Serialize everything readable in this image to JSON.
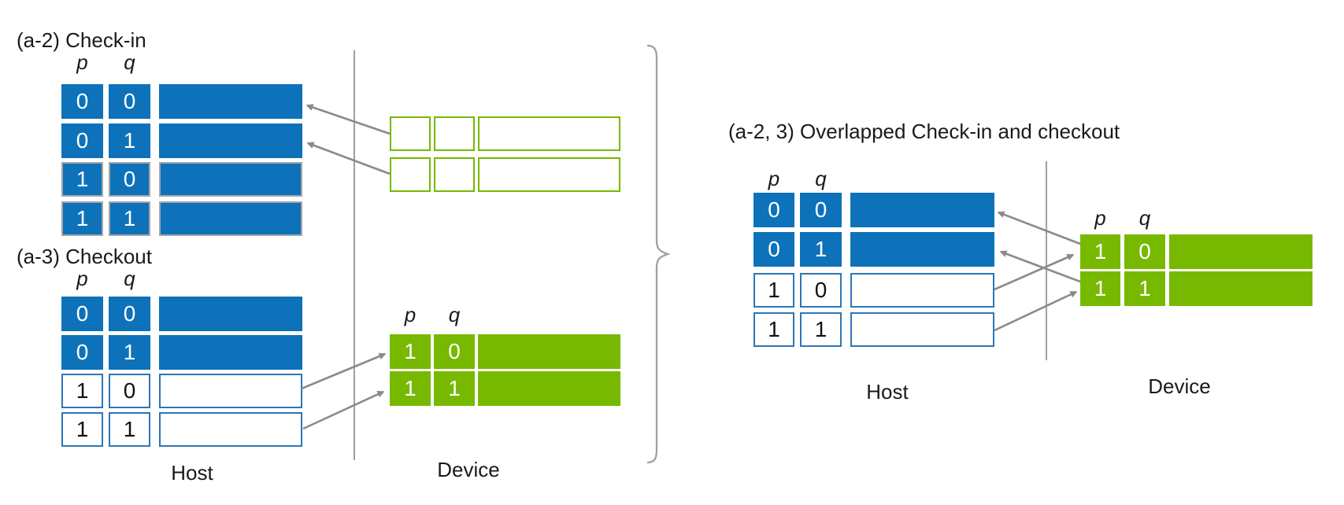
{
  "figure": {
    "checkin": {
      "title": "(a-2) Check-in",
      "col_p": "p",
      "col_q": "q",
      "host_rows": [
        {
          "p": "0",
          "q": "0"
        },
        {
          "p": "0",
          "q": "1"
        },
        {
          "p": "1",
          "q": "0"
        },
        {
          "p": "1",
          "q": "1"
        }
      ],
      "device_rows": [
        {
          "p": "",
          "q": ""
        },
        {
          "p": "",
          "q": ""
        }
      ]
    },
    "checkout": {
      "title": "(a-3) Checkout",
      "col_p": "p",
      "col_q": "q",
      "host_rows": [
        {
          "p": "0",
          "q": "0"
        },
        {
          "p": "0",
          "q": "1"
        },
        {
          "p": "1",
          "q": "0"
        },
        {
          "p": "1",
          "q": "1"
        }
      ],
      "device": {
        "col_p": "p",
        "col_q": "q",
        "rows": [
          {
            "p": "1",
            "q": "0"
          },
          {
            "p": "1",
            "q": "1"
          }
        ]
      }
    },
    "overlapped": {
      "title": "(a-2, 3) Overlapped Check-in and checkout",
      "col_p": "p",
      "col_q": "q",
      "host_rows": [
        {
          "p": "0",
          "q": "0"
        },
        {
          "p": "0",
          "q": "1"
        },
        {
          "p": "1",
          "q": "0"
        },
        {
          "p": "1",
          "q": "1"
        }
      ],
      "device": {
        "col_p": "p",
        "col_q": "q",
        "rows": [
          {
            "p": "1",
            "q": "0"
          },
          {
            "p": "1",
            "q": "1"
          }
        ]
      }
    },
    "labels": {
      "host_left": "Host",
      "device_left": "Device",
      "host_right": "Host",
      "device_right": "Device"
    }
  },
  "colors": {
    "blue_fill": "#0D72BA",
    "green_fill": "#76B900",
    "gray_cell_border": "#A6A6A6",
    "blue_cell_border": "#2E75B6",
    "arrow_gray": "#8A8A8A"
  }
}
